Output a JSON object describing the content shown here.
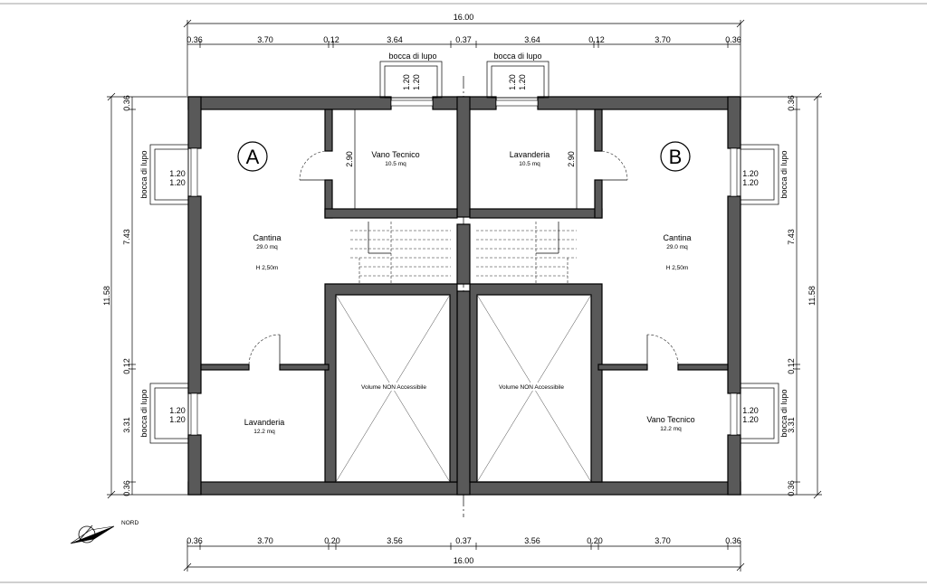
{
  "dimensions": {
    "total_width_top": "16.00",
    "total_width_bottom": "16.00",
    "top_segments": [
      "0.36",
      "3.70",
      "0.12",
      "3.64",
      "0.37",
      "3.64",
      "0.12",
      "3.70",
      "0.36"
    ],
    "bottom_segments": [
      "0.36",
      "3.70",
      "0.20",
      "3.56",
      "0.37",
      "3.56",
      "0.20",
      "3.70",
      "0.36"
    ],
    "left_total": "11.58",
    "right_total": "11.58",
    "left_segments": [
      "0.36",
      "7.43",
      "0.12",
      "3.31",
      "0.36"
    ],
    "right_segments": [
      "0.36",
      "7.43",
      "0.12",
      "3.31",
      "0.36"
    ],
    "height_290": "2.90",
    "window_size": "1.20"
  },
  "labels": {
    "bocca": "bocca di lupo",
    "unit_a": "A",
    "unit_b": "B",
    "north": "NORD",
    "nonaccess": "Volume NON Accessibile"
  },
  "rooms": {
    "vano_a": {
      "name": "Vano Tecnico",
      "area": "10.5 mq"
    },
    "lav_b": {
      "name": "Lavanderia",
      "area": "10.5 mq"
    },
    "cantina_a": {
      "name": "Cantina",
      "area": "29.0 mq",
      "height": "H 2,50m"
    },
    "cantina_b": {
      "name": "Cantina",
      "area": "29.0 mq",
      "height": "H 2,50m"
    },
    "lav_a": {
      "name": "Lavanderia",
      "area": "12.2 mq"
    },
    "vano_b": {
      "name": "Vano Tecnico",
      "area": "12.2 mq"
    }
  }
}
